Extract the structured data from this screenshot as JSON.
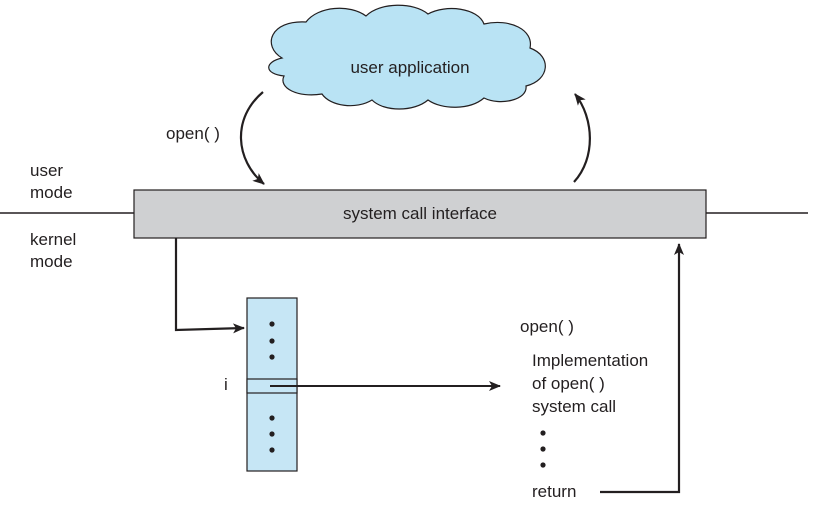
{
  "diagram": {
    "cloud_label": "user application",
    "call_label_top": "open( )",
    "mode_user": [
      "user",
      "mode"
    ],
    "mode_kernel": [
      "kernel",
      "mode"
    ],
    "interface_label": "system call interface",
    "table_index_label": "i",
    "impl_title": "open( )",
    "impl_lines": [
      "Implementation",
      "of open( )",
      "system call"
    ],
    "return_label": "return",
    "colors": {
      "cloud_fill": "#b9e3f4",
      "interface_fill": "#cfd0d2",
      "table_fill": "#c6e6f5",
      "stroke": "#231f20"
    }
  }
}
